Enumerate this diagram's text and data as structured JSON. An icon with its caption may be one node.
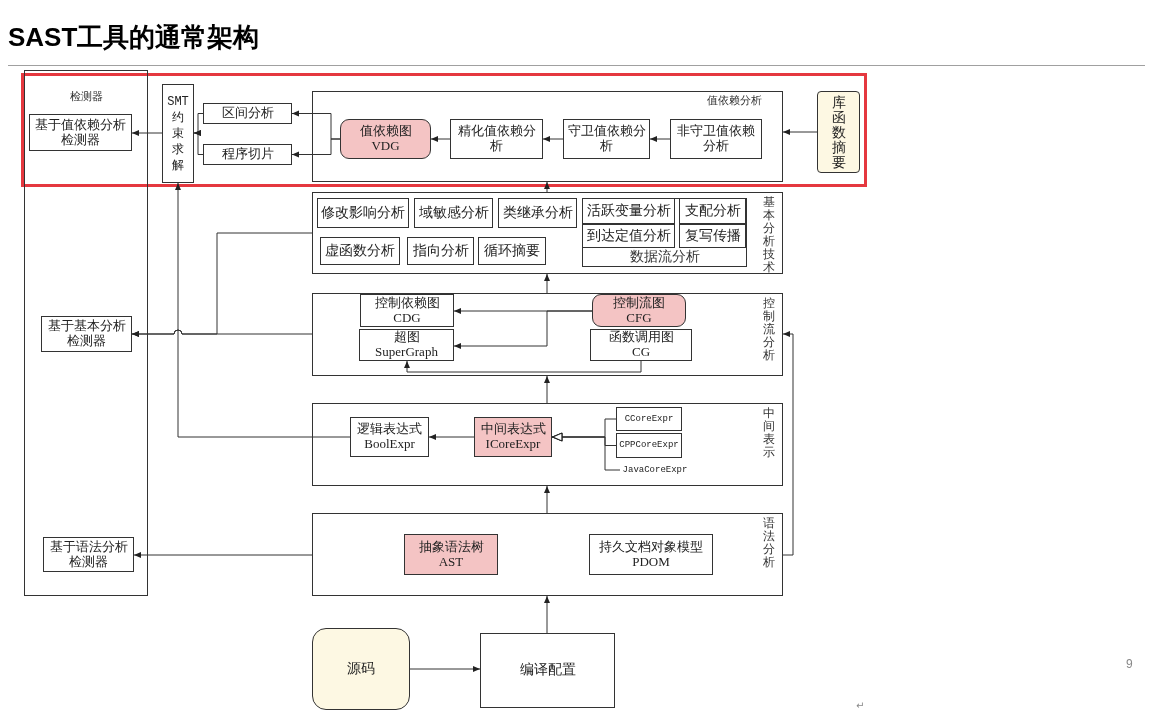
{
  "diagram": {
    "title": "SAST工具的通常架构",
    "nodes": [
      {
        "text": [
          "检测器"
        ]
      },
      {
        "text": [
          "基于值依赖分析检测器"
        ],
        "in": 0
      },
      {
        "text": [
          "基于基本分析检测器"
        ],
        "in": 0
      },
      {
        "text": [
          "基于语法分析检测器"
        ],
        "in": 0
      },
      {
        "text": [
          "SMT约束求解"
        ]
      },
      {
        "text": [
          "区间分析"
        ]
      },
      {
        "text": [
          "程序切片"
        ]
      },
      {
        "text": [
          "值依赖分析"
        ]
      },
      {
        "text": [
          "值依赖图 VDG"
        ],
        "in": 7
      },
      {
        "text": [
          "精化值依赖分析"
        ],
        "in": 7
      },
      {
        "text": [
          "守卫值依赖分析"
        ],
        "in": 7
      },
      {
        "text": [
          "非守卫值依赖分析"
        ],
        "in": 7
      },
      {
        "text": [
          "库函数摘要"
        ]
      },
      {
        "text": [
          "基本分析技术"
        ]
      },
      {
        "text": [
          "修改影响分析"
        ],
        "in": 13
      },
      {
        "text": [
          "域敏感分析"
        ],
        "in": 13
      },
      {
        "text": [
          "类继承分析"
        ],
        "in": 13
      },
      {
        "text": [
          "虚函数分析"
        ],
        "in": 13
      },
      {
        "text": [
          "指向分析"
        ],
        "in": 13
      },
      {
        "text": [
          "循环摘要"
        ],
        "in": 13
      },
      {
        "text": [
          "数据流分析"
        ],
        "in": 13
      },
      {
        "text": [
          "活跃变量分析"
        ],
        "in": 20
      },
      {
        "text": [
          "支配分析"
        ],
        "in": 20
      },
      {
        "text": [
          "到达定值分析"
        ],
        "in": 20
      },
      {
        "text": [
          "复写传播"
        ],
        "in": 20
      },
      {
        "text": [
          "控制流分析"
        ]
      },
      {
        "text": [
          "控制依赖图 CDG"
        ],
        "in": 25
      },
      {
        "text": [
          "超图 SuperGraph"
        ],
        "in": 25
      },
      {
        "text": [
          "控制流图 CFG"
        ],
        "in": 25
      },
      {
        "text": [
          "函数调用图 CG"
        ],
        "in": 25
      },
      {
        "text": [
          "中间表示"
        ]
      },
      {
        "text": [
          "逻辑表达式 BoolExpr"
        ],
        "in": 30
      },
      {
        "text": [
          "中间表达式 ICoreExpr"
        ],
        "in": 30
      },
      {
        "text": [
          "CCoreExpr"
        ],
        "in": 30
      },
      {
        "text": [
          "CPPCoreExpr"
        ],
        "in": 30
      },
      {
        "text": [
          "JavaCoreExpr"
        ],
        "in": 30
      },
      {
        "text": [
          "语法分析"
        ]
      },
      {
        "text": [
          "抽象语法树 AST"
        ],
        "in": 36
      },
      {
        "text": [
          "持久文档对象模型 PDOM"
        ],
        "in": 36
      },
      {
        "text": [
          "源码"
        ]
      },
      {
        "text": [
          "编译配置"
        ]
      }
    ],
    "edges": [
      {
        "from": 12,
        "to": 7,
        "arrow": "to"
      },
      {
        "from": 11,
        "to": 10,
        "arrow": "to"
      },
      {
        "from": 10,
        "to": 9,
        "arrow": "to"
      },
      {
        "from": 9,
        "to": 8,
        "arrow": "to"
      },
      {
        "from": 8,
        "to": 5,
        "arrow": "to"
      },
      {
        "from": 8,
        "to": 6,
        "arrow": "to"
      },
      {
        "from": 5,
        "to": 4,
        "arrow": "to"
      },
      {
        "from": 6,
        "to": 4,
        "arrow": "to"
      },
      {
        "from": 4,
        "to": 1,
        "arrow": "to"
      },
      {
        "from": 13,
        "to": 7,
        "arrow": "to"
      },
      {
        "from": 25,
        "to": 13,
        "arrow": "to"
      },
      {
        "from": 30,
        "to": 25,
        "arrow": "to"
      },
      {
        "from": 36,
        "to": 30,
        "arrow": "to"
      },
      {
        "from": 40,
        "to": 36,
        "arrow": "to"
      },
      {
        "from": 39,
        "to": 40,
        "arrow": "to"
      },
      {
        "from": 28,
        "to": 26,
        "arrow": "to"
      },
      {
        "from": 28,
        "to": 27,
        "arrow": "to"
      },
      {
        "from": 29,
        "to": 27,
        "arrow": "to"
      },
      {
        "from": 13,
        "to": 2,
        "arrow": "to"
      },
      {
        "from": 25,
        "to": 2,
        "arrow": "to"
      },
      {
        "from": 31,
        "to": 4,
        "arrow": "to"
      },
      {
        "from": 32,
        "to": 31,
        "arrow": "to"
      },
      {
        "from": 33,
        "to": 32,
        "arrow": "to"
      },
      {
        "from": 34,
        "to": 32,
        "arrow": "to"
      },
      {
        "from": 35,
        "to": 32,
        "arrow": "to"
      },
      {
        "from": 36,
        "to": 3,
        "arrow": "to"
      },
      {
        "from": 36,
        "to": 25,
        "arrow": "to"
      }
    ],
    "labels": [
      "9",
      "↵"
    ]
  }
}
